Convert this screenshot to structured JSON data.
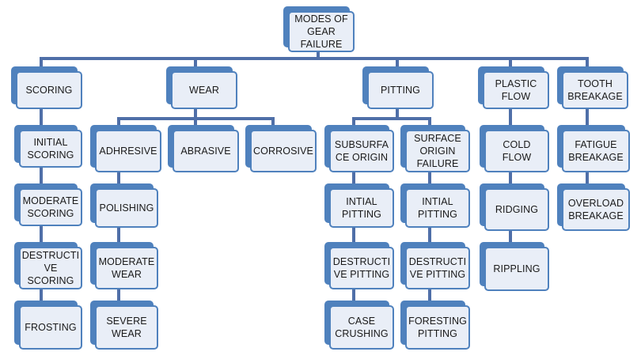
{
  "diagram": {
    "root": "MODES OF\nGEAR\nFAILURE",
    "categories": {
      "scoring": {
        "title": "SCORING",
        "items": [
          "INITIAL\nSCORING",
          "MODERATE\nSCORING",
          "DESTRUCTI\nVE\nSCORING",
          "FROSTING"
        ]
      },
      "wear": {
        "title": "WEAR",
        "types": {
          "adhesive": {
            "title": "ADHRESIVE",
            "items": [
              "POLISHING",
              "MODERATE\nWEAR",
              "SEVERE\nWEAR"
            ]
          },
          "abrasive": {
            "title": "ABRASIVE"
          },
          "corrosive": {
            "title": "CORROSIVE"
          }
        }
      },
      "pitting": {
        "title": "PITTING",
        "types": {
          "subsurface": {
            "title": "SUBSURFA\nCE ORIGIN",
            "items": [
              "INTIAL\nPITTING",
              "DESTRUCTI\nVE PITTING",
              "CASE\nCRUSHING"
            ]
          },
          "surface": {
            "title": "SURFACE\nORIGIN\nFAILURE",
            "items": [
              "INTIAL\nPITTING",
              "DESTRUCTI\nVE PITTING",
              "FORESTING\nPITTING"
            ]
          }
        }
      },
      "plastic_flow": {
        "title": "PLASTIC\nFLOW",
        "items": [
          "COLD\nFLOW",
          "RIDGING",
          "RIPPLING"
        ]
      },
      "tooth_breakage": {
        "title": "TOOTH\nBREAKAGE",
        "items": [
          "FATIGUE\nBREAKAGE",
          "OVERLOAD\nBREAKAGE"
        ]
      }
    }
  },
  "colors": {
    "box_fill": "#e9eef7",
    "box_border": "#4f81bd",
    "shadow": "#4f81bd",
    "connector": "#4f6fa8"
  }
}
